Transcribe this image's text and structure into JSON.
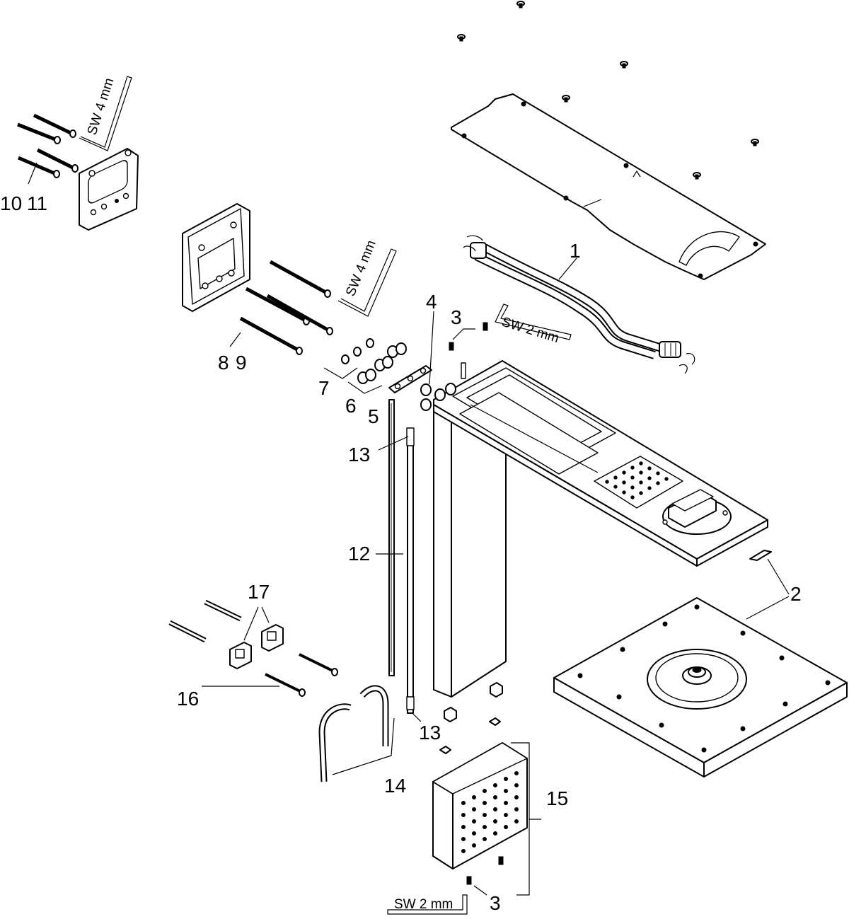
{
  "callouts": {
    "c1": "1",
    "c2": "2",
    "c3a": "3",
    "c3b": "3",
    "c4": "4",
    "c5": "5",
    "c6": "6",
    "c7": "7",
    "c8": "8",
    "c9": "9",
    "c10": "10",
    "c11": "11",
    "c12": "12",
    "c13a": "13",
    "c13b": "13",
    "c14": "14",
    "c15": "15",
    "c16": "16",
    "c17": "17"
  },
  "tools": {
    "hex_key_top_left": "SW 4 mm",
    "hex_key_middle": "SW 4 mm",
    "hex_key_small_upper": "SW 2 mm",
    "hex_key_small_lower": "SW 2 mm"
  }
}
